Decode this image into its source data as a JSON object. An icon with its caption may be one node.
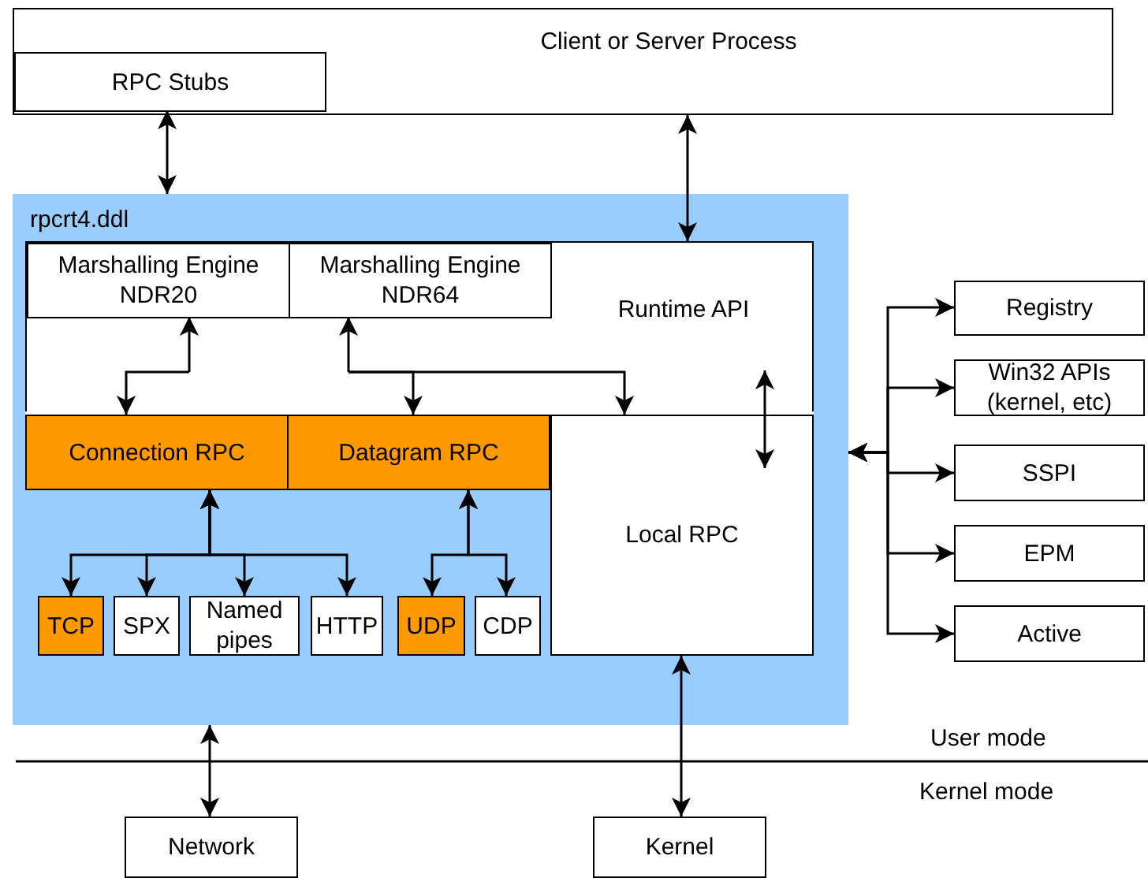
{
  "diagram": {
    "nodes": [
      {
        "text": [
          "Client or Server Process"
        ]
      },
      {
        "text": [
          "RPC Stubs"
        ],
        "in": 0
      },
      {
        "text": [
          "rpcrt4.ddl"
        ]
      },
      {
        "text": [
          "Runtime API"
        ],
        "in": 2
      },
      {
        "text": [
          "Marshalling Engine NDR20"
        ],
        "in": 3
      },
      {
        "text": [
          "Marshalling Engine NDR64"
        ],
        "in": 3
      },
      {
        "text": [
          "Connection RPC"
        ],
        "in": 2
      },
      {
        "text": [
          "Datagram RPC"
        ],
        "in": 2
      },
      {
        "text": [
          "Local RPC"
        ],
        "in": 2
      },
      {
        "text": [
          "TCP"
        ],
        "in": 2
      },
      {
        "text": [
          "SPX"
        ],
        "in": 2
      },
      {
        "text": [
          "Named pipes"
        ],
        "in": 2
      },
      {
        "text": [
          "HTTP"
        ],
        "in": 2
      },
      {
        "text": [
          "UDP"
        ],
        "in": 2
      },
      {
        "text": [
          "CDP"
        ],
        "in": 2
      },
      {
        "text": [
          "Registry"
        ]
      },
      {
        "text": [
          "Win32 APIs (kernel, etc)"
        ]
      },
      {
        "text": [
          "SSPI"
        ]
      },
      {
        "text": [
          "EPM"
        ]
      },
      {
        "text": [
          "Active"
        ]
      },
      {
        "text": [
          "Network"
        ]
      },
      {
        "text": [
          "Kernel"
        ]
      }
    ],
    "edges": [
      {
        "from": 1,
        "to": 2,
        "arrow": "both"
      },
      {
        "from": 0,
        "to": 3,
        "arrow": "both"
      },
      {
        "from": 3,
        "to": 4,
        "arrow": "to"
      },
      {
        "from": 3,
        "to": 5,
        "arrow": "to"
      },
      {
        "from": null,
        "to": 6,
        "arrow": "to"
      },
      {
        "from": null,
        "to": 7,
        "arrow": "to"
      },
      {
        "from": null,
        "to": 8,
        "arrow": "to"
      },
      {
        "from": 3,
        "to": 8,
        "arrow": "both"
      },
      {
        "from": 6,
        "to": 9,
        "arrow": "both"
      },
      {
        "from": 6,
        "to": 10,
        "arrow": "both"
      },
      {
        "from": 6,
        "to": 11,
        "arrow": "both"
      },
      {
        "from": 6,
        "to": 12,
        "arrow": "both"
      },
      {
        "from": 7,
        "to": 13,
        "arrow": "both"
      },
      {
        "from": 7,
        "to": 14,
        "arrow": "both"
      },
      {
        "from": 2,
        "to": 20,
        "arrow": "both"
      },
      {
        "from": 8,
        "to": 21,
        "arrow": "both"
      },
      {
        "from": 2,
        "to": 15,
        "arrow": "both"
      },
      {
        "from": 2,
        "to": 16,
        "arrow": "both"
      },
      {
        "from": 2,
        "to": 17,
        "arrow": "both"
      },
      {
        "from": 2,
        "to": 18,
        "arrow": "both"
      },
      {
        "from": 2,
        "to": 19,
        "arrow": "both"
      }
    ],
    "labels": [
      "User mode",
      "Kernel mode"
    ]
  }
}
